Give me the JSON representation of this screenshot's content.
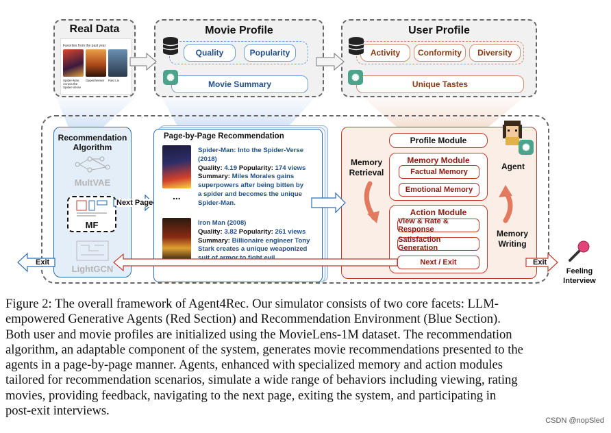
{
  "real_data": {
    "title": "Real Data",
    "subtitle": "Favorites from the past year",
    "movies": [
      "Spider-Man: Across the Spider-Verse",
      "Oppenheimer",
      "Past Liv"
    ]
  },
  "movie_profile": {
    "title": "Movie Profile",
    "tags": [
      "Quality",
      "Popularity"
    ],
    "summary_label": "Movie Summary"
  },
  "user_profile": {
    "title": "User Profile",
    "tags": [
      "Activity",
      "Conformity",
      "Diversity"
    ],
    "summary_label": "Unique Tastes"
  },
  "rec_algorithm": {
    "title_line1": "Recommendation",
    "title_line2": "Algorithm",
    "models": [
      "MultVAE",
      "MF",
      "LightGCN"
    ]
  },
  "page_rec": {
    "title": "Page-by-Page Recommendation",
    "ellipsis": "...",
    "items": [
      {
        "title_line1": "Spider-Man: Into the Spider-Verse",
        "title_line2": "(2018)",
        "quality_label": "Quality:",
        "quality_value": "4.19",
        "popularity_label": "Popularity:",
        "popularity_value": "174 views",
        "summary_label": "Summary:",
        "summary_lines": [
          "Miles Morales gains",
          "superpowers after being bitten by",
          "a spider and becomes the unique",
          "Spider-Man."
        ]
      },
      {
        "title_line1": "Iron Man (2008)",
        "quality_label": "Quality:",
        "quality_value": "3.82",
        "popularity_label": "Popularity:",
        "popularity_value": "261 views",
        "summary_label": "Summary:",
        "summary_lines": [
          "Billionaire engineer Tony",
          "Stark creates a unique weaponized",
          "suit of armor to fight evil."
        ]
      }
    ]
  },
  "agent": {
    "profile_module": "Profile Module",
    "memory_module": "Memory Module",
    "memory_items": [
      "Factual Memory",
      "Emotional Memory"
    ],
    "action_module": "Action Module",
    "action_items": [
      "View & Rate & Response",
      "Satisfaction Generation",
      "Next / Exit"
    ],
    "memory_retrieval_1": "Memory",
    "memory_retrieval_2": "Retrieval",
    "memory_writing_1": "Memory",
    "memory_writing_2": "Writing",
    "agent_label": "Agent"
  },
  "flow_labels": {
    "next_page": "Next Page",
    "exit_left": "Exit",
    "exit_right": "Exit",
    "feeling_1": "Feeling",
    "feeling_2": "Interview"
  },
  "caption": {
    "lines": [
      "Figure 2: The overall framework of Agent4Rec. Our simulator consists of two core facets: LLM-",
      "empowered Generative Agents (Red Section) and Recommendation Environment (Blue Section).",
      "Both user and movie profiles are initialized using the MovieLens-1M dataset. The recommendation",
      "algorithm, an adaptable component of the system, generates movie recommendations presented to the",
      "agents in a page-by-page manner. Agents, enhanced with specialized memory and action modules",
      "tailored for recommendation scenarios, simulate a wide range of behaviors including viewing, rating",
      "movies, providing feedback, navigating to the next page, exiting the system, and participating in",
      "post-exit interviews."
    ]
  },
  "watermark": "CSDN @nopSled",
  "colors": {
    "blue": "#2b6cb0",
    "red": "#c0392b",
    "blue_fill": "#dce9f7",
    "red_fill": "#f7e6dc"
  }
}
